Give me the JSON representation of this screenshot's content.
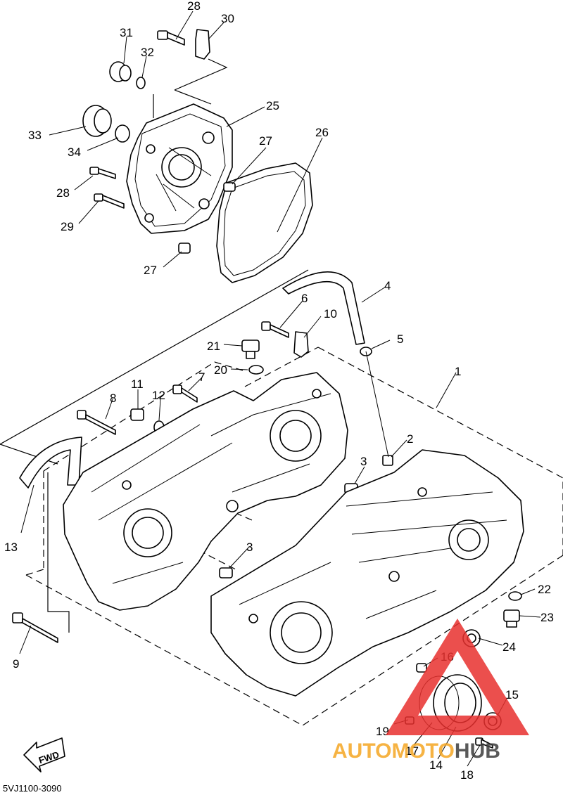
{
  "callouts": [
    {
      "id": "28a",
      "label": "28"
    },
    {
      "id": "30",
      "label": "30"
    },
    {
      "id": "31",
      "label": "31"
    },
    {
      "id": "32",
      "label": "32"
    },
    {
      "id": "25",
      "label": "25"
    },
    {
      "id": "33",
      "label": "33"
    },
    {
      "id": "34",
      "label": "34"
    },
    {
      "id": "27a",
      "label": "27"
    },
    {
      "id": "26",
      "label": "26"
    },
    {
      "id": "28b",
      "label": "28"
    },
    {
      "id": "29",
      "label": "29"
    },
    {
      "id": "27b",
      "label": "27"
    },
    {
      "id": "4",
      "label": "4"
    },
    {
      "id": "6",
      "label": "6"
    },
    {
      "id": "10",
      "label": "10"
    },
    {
      "id": "21",
      "label": "21"
    },
    {
      "id": "5",
      "label": "5"
    },
    {
      "id": "1",
      "label": "1"
    },
    {
      "id": "20",
      "label": "20"
    },
    {
      "id": "7",
      "label": "7"
    },
    {
      "id": "11",
      "label": "11"
    },
    {
      "id": "8",
      "label": "8"
    },
    {
      "id": "12",
      "label": "12"
    },
    {
      "id": "2",
      "label": "2"
    },
    {
      "id": "3a",
      "label": "3"
    },
    {
      "id": "13",
      "label": "13"
    },
    {
      "id": "3b",
      "label": "3"
    },
    {
      "id": "22",
      "label": "22"
    },
    {
      "id": "23",
      "label": "23"
    },
    {
      "id": "9",
      "label": "9"
    },
    {
      "id": "24",
      "label": "24"
    },
    {
      "id": "16",
      "label": "16"
    },
    {
      "id": "15",
      "label": "15"
    },
    {
      "id": "19",
      "label": "19"
    },
    {
      "id": "17",
      "label": "17"
    },
    {
      "id": "14",
      "label": "14"
    },
    {
      "id": "18",
      "label": "18"
    }
  ],
  "fwd_label": "FWD",
  "diagram_code": "5VJ1100-3090",
  "watermark": {
    "text_a": "AUTOMOTO",
    "text_b": "HUB",
    "color_a": "#f5a623",
    "color_b": "#3d3d3d",
    "triangle_color": "#e8302e"
  }
}
